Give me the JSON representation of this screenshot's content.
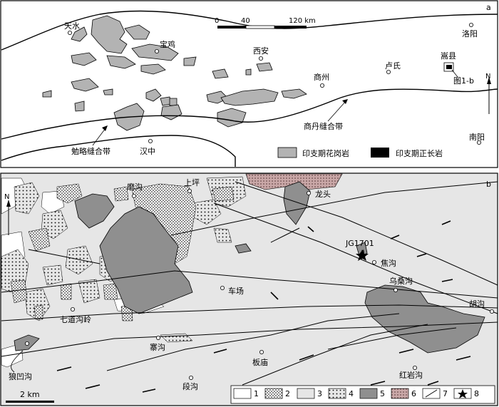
{
  "panel_a": {
    "letter": "a",
    "scale": {
      "ticks": [
        "0",
        "40",
        "120 km"
      ]
    },
    "north": "N",
    "cities": [
      {
        "name": "天水"
      },
      {
        "name": "宝鸡"
      },
      {
        "name": "西安"
      },
      {
        "name": "洛阳"
      },
      {
        "name": "嵩县"
      },
      {
        "name": "卢氏"
      },
      {
        "name": "商州"
      },
      {
        "name": "汉中"
      },
      {
        "name": "南阳"
      }
    ],
    "figure_ref": "图1-b",
    "faults": [
      "商丹缝合带",
      "勉略缝合带"
    ],
    "legend": [
      {
        "label": "印支期花岗岩",
        "color": "#b3b3b3"
      },
      {
        "label": "印支期正长岩",
        "color": "#000000"
      }
    ]
  },
  "panel_b": {
    "letter": "b",
    "north": "N",
    "places": [
      {
        "name": "磨沟"
      },
      {
        "name": "上坪"
      },
      {
        "name": "龙头"
      },
      {
        "name": "焦沟"
      },
      {
        "name": "乌桑沟"
      },
      {
        "name": "胡沟"
      },
      {
        "name": "车场"
      },
      {
        "name": "七道沟岭"
      },
      {
        "name": "寨沟"
      },
      {
        "name": "板庙"
      },
      {
        "name": "狼凹沟"
      },
      {
        "name": "段沟"
      },
      {
        "name": "红岩沟"
      }
    ],
    "sample": "JG1701",
    "scale_label": "2 km",
    "legend": [
      {
        "num": "1",
        "fill": "#ffffff"
      },
      {
        "num": "2",
        "fill": "dots-dense"
      },
      {
        "num": "3",
        "fill": "#e6e6e6"
      },
      {
        "num": "4",
        "fill": "dots-sparse"
      },
      {
        "num": "5",
        "fill": "#8f8f8f"
      },
      {
        "num": "6",
        "fill": "dots-pink"
      },
      {
        "num": "7",
        "fill": "line"
      },
      {
        "num": "8",
        "fill": "star"
      }
    ]
  }
}
